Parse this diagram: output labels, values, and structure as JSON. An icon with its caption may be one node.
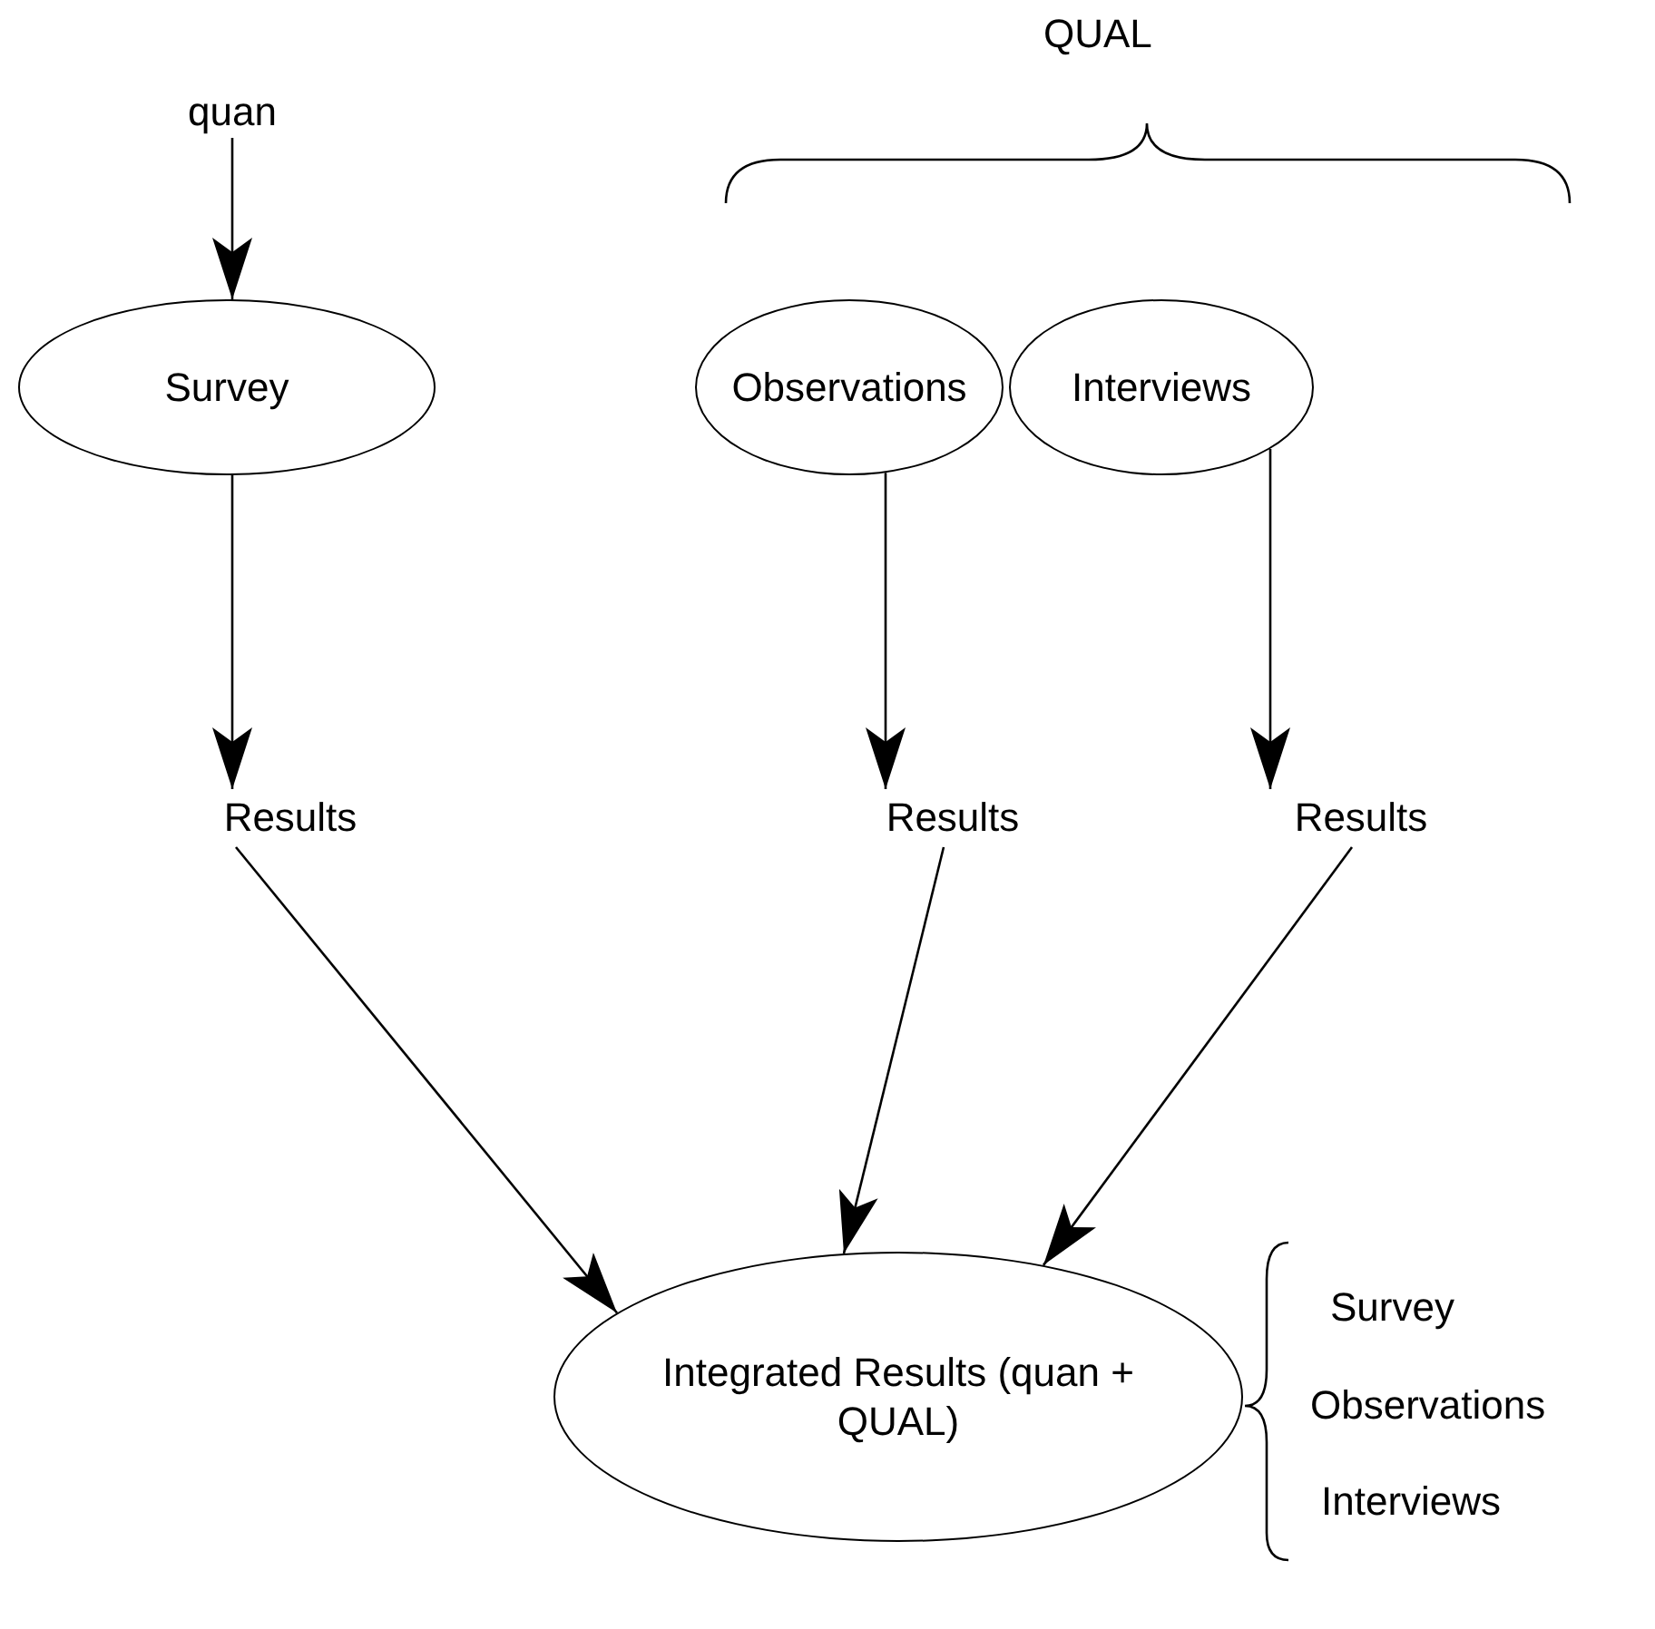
{
  "diagram": {
    "nodes": [
      {
        "text": [
          "quan"
        ]
      },
      {
        "text": [
          "Survey"
        ]
      },
      {
        "text": [
          "Observations"
        ]
      },
      {
        "text": [
          "Interviews"
        ]
      },
      {
        "text": [
          "Results"
        ]
      },
      {
        "text": [
          "Results"
        ]
      },
      {
        "text": [
          "Results"
        ]
      },
      {
        "text": [
          "Integrated Results (quan + QUAL)"
        ]
      }
    ],
    "edges": [
      {
        "from": 0,
        "to": 1,
        "arrow": "to"
      },
      {
        "from": 1,
        "to": 4,
        "arrow": "to"
      },
      {
        "from": 2,
        "to": 5,
        "arrow": "to"
      },
      {
        "from": 3,
        "to": 6,
        "arrow": "to"
      },
      {
        "from": 4,
        "to": 7,
        "arrow": "to"
      },
      {
        "from": 5,
        "to": 7,
        "arrow": "to"
      },
      {
        "from": 6,
        "to": 7,
        "arrow": "to"
      }
    ],
    "labels": [
      "QUAL",
      "Survey",
      "Observations",
      "Interviews"
    ]
  }
}
